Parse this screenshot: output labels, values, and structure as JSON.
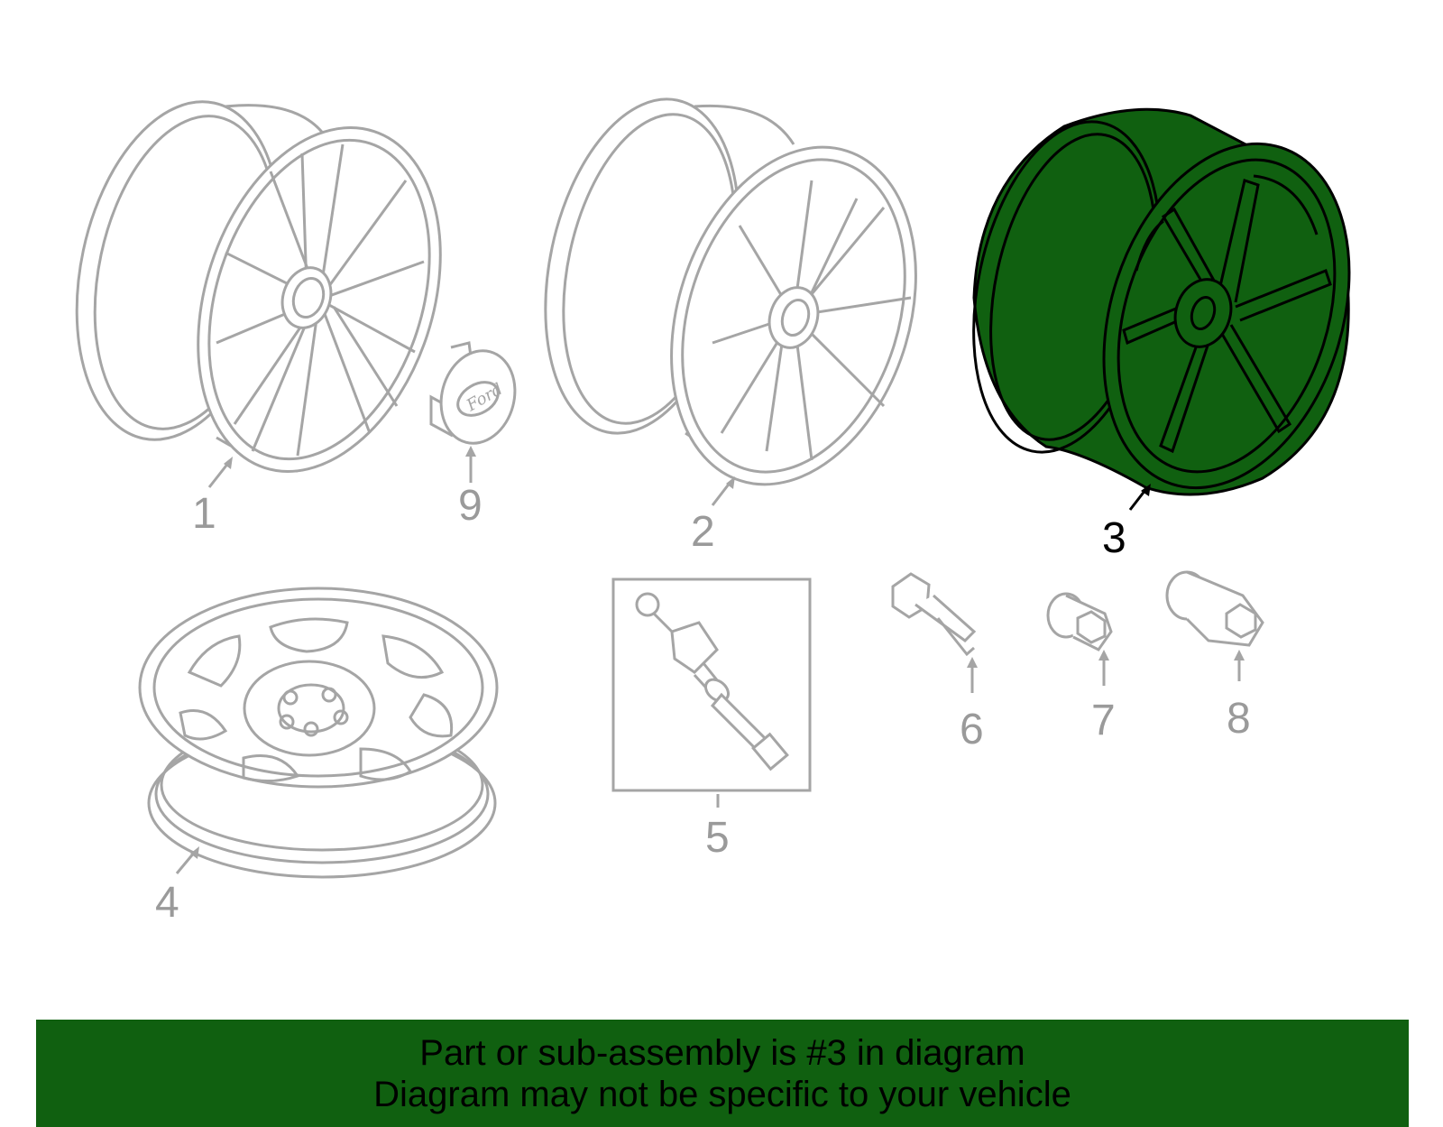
{
  "colors": {
    "highlight": "#106010",
    "banner": "#106010",
    "muted_outline": "#a5a5a5",
    "muted_label": "#9a9a9a"
  },
  "callouts": {
    "c1": "1",
    "c2": "2",
    "c3": "3",
    "c4": "4",
    "c5": "5",
    "c6": "6",
    "c7": "7",
    "c8": "8",
    "c9": "9"
  },
  "highlighted_part": "3",
  "center_cap_logo_text": "Ford",
  "banner": {
    "line1": "Part or sub-assembly is #3 in diagram",
    "line2": "Diagram may not be specific to your vehicle"
  }
}
